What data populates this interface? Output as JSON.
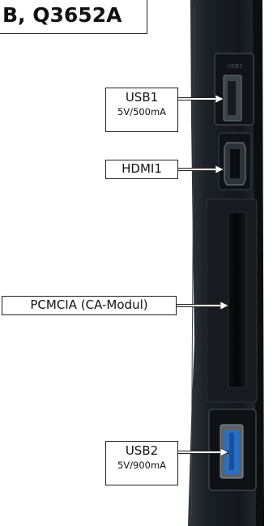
{
  "header": {
    "model_text": "B, Q3652A"
  },
  "ports": [
    {
      "id": "usb1",
      "label": "USB1",
      "spec": "5V/500mA"
    },
    {
      "id": "hdmi1",
      "label": "HDMI1"
    },
    {
      "id": "pcmcia",
      "label": "PCMCIA (CA-Modul)"
    },
    {
      "id": "usb2",
      "label": "USB2",
      "spec": "5V/900mA"
    }
  ],
  "colors": {
    "panel": "#1c2126",
    "panel_edge": "#3a4046",
    "usb3_blue": "#2a6fc4",
    "arrow": "#ffffff"
  }
}
